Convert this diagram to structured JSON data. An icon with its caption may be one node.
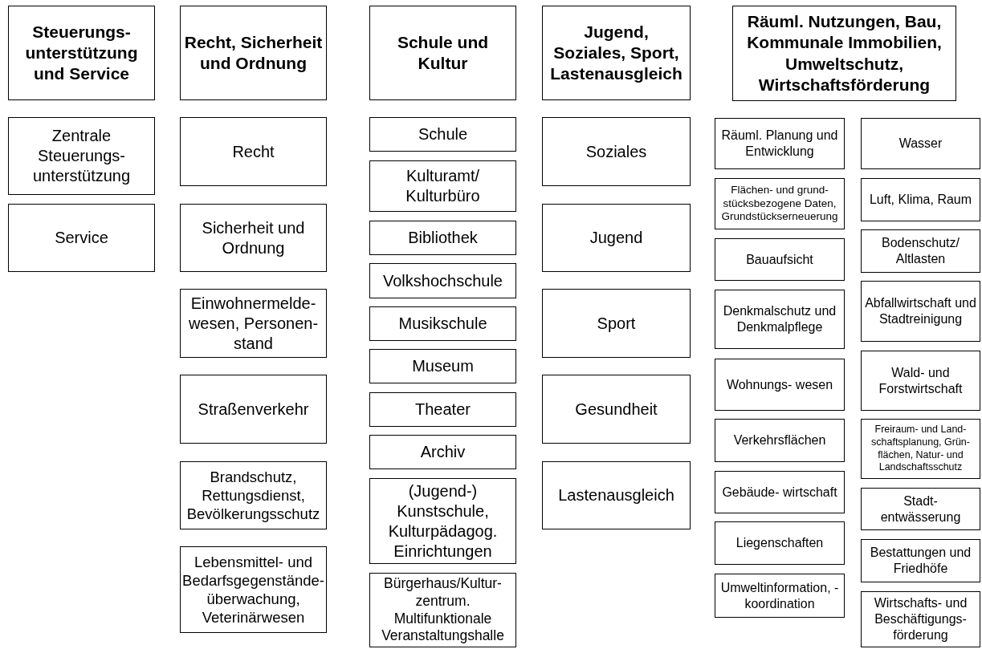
{
  "diagram": {
    "nodes": [
      {
        "text": [
          "Steuerungs- unterstützung und Service"
        ]
      },
      {
        "text": [
          "Recht, Sicherheit und Ordnung"
        ]
      },
      {
        "text": [
          "Schule und Kultur"
        ]
      },
      {
        "text": [
          "Jugend, Soziales, Sport, Lastenausgleich"
        ]
      },
      {
        "text": [
          "Räuml. Nutzungen, Bau, Kommunale Immobilien, Umweltschutz, Wirtschaftsförderung"
        ]
      },
      {
        "text": [
          "Zentrale Steuerungs- unterstützung"
        ]
      },
      {
        "text": [
          "Service"
        ]
      },
      {
        "text": [
          "Recht"
        ]
      },
      {
        "text": [
          "Sicherheit und Ordnung"
        ]
      },
      {
        "text": [
          "Einwohnermelde- wesen, Personen- stand"
        ]
      },
      {
        "text": [
          "Straßenverkehr"
        ]
      },
      {
        "text": [
          "Brandschutz, Rettungsdienst, Bevölkerungsschutz"
        ]
      },
      {
        "text": [
          "Lebensmittel- und Bedarfsgegenstände- überwachung, Veterinärwesen"
        ]
      },
      {
        "text": [
          "Schule"
        ]
      },
      {
        "text": [
          "Kulturamt/ Kulturbüro"
        ]
      },
      {
        "text": [
          "Bibliothek"
        ]
      },
      {
        "text": [
          "Volkshochschule"
        ]
      },
      {
        "text": [
          "Musikschule"
        ]
      },
      {
        "text": [
          "Museum"
        ]
      },
      {
        "text": [
          "Theater"
        ]
      },
      {
        "text": [
          "Archiv"
        ]
      },
      {
        "text": [
          "(Jugend-) Kunstschule, Kulturpädagog. Einrichtungen"
        ]
      },
      {
        "text": [
          "Bürgerhaus/Kultur- zentrum. Multifunktionale Veranstaltungshalle"
        ]
      },
      {
        "text": [
          "Soziales"
        ]
      },
      {
        "text": [
          "Jugend"
        ]
      },
      {
        "text": [
          "Sport"
        ]
      },
      {
        "text": [
          "Gesundheit"
        ]
      },
      {
        "text": [
          "Lastenausgleich"
        ]
      },
      {
        "text": [
          "Räuml. Planung und Entwicklung"
        ]
      },
      {
        "text": [
          "Flächen- und grund- stücksbezogene Daten, Grundstückserneuerung"
        ]
      },
      {
        "text": [
          "Bauaufsicht"
        ]
      },
      {
        "text": [
          "Denkmalschutz und Denkmalpflege"
        ]
      },
      {
        "text": [
          "Wohnungs- wesen"
        ]
      },
      {
        "text": [
          "Verkehrsflächen"
        ]
      },
      {
        "text": [
          "Gebäude- wirtschaft"
        ]
      },
      {
        "text": [
          "Liegenschaften"
        ]
      },
      {
        "text": [
          "Umweltinformation, -koordination"
        ]
      },
      {
        "text": [
          "Wasser"
        ]
      },
      {
        "text": [
          "Luft, Klima, Raum"
        ]
      },
      {
        "text": [
          "Bodenschutz/ Altlasten"
        ]
      },
      {
        "text": [
          "Abfallwirtschaft und Stadtreinigung"
        ]
      },
      {
        "text": [
          "Wald- und Forstwirtschaft"
        ]
      },
      {
        "text": [
          "Freiraum- und Land- schaftsplanung, Grün- flächen, Natur- und Landschaftsschutz"
        ]
      },
      {
        "text": [
          "Stadt- entwässerung"
        ]
      },
      {
        "text": [
          "Bestattungen und Friedhöfe"
        ]
      },
      {
        "text": [
          "Wirtschafts- und Beschäftigungs- förderung"
        ]
      }
    ]
  }
}
